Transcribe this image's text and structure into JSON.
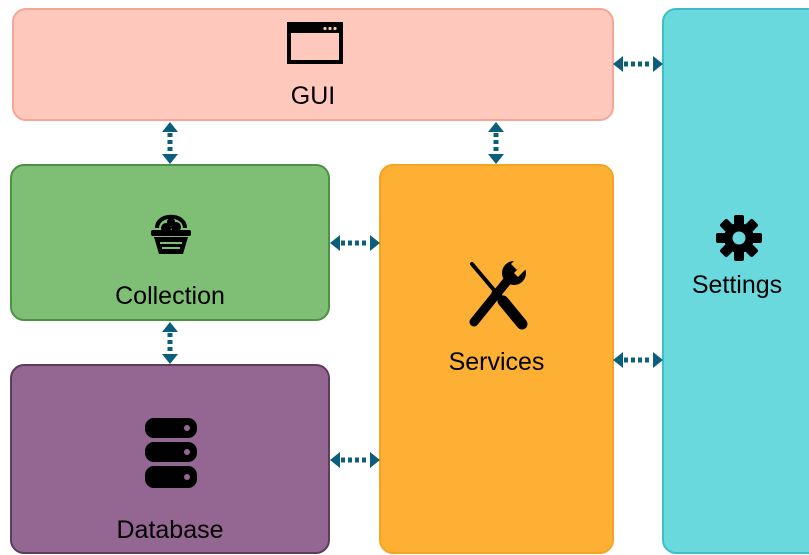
{
  "diagram": {
    "gui": {
      "label": "GUI",
      "icon": "browser-window-icon"
    },
    "collection": {
      "label": "Collection",
      "icon": "basket-icon"
    },
    "database": {
      "label": "Database",
      "icon": "database-icon"
    },
    "services": {
      "label": "Services",
      "icon": "tools-icon"
    },
    "settings": {
      "label": "Settings",
      "icon": "gear-icon"
    },
    "colors": {
      "gui": "#ffc8bd",
      "collection": "#7fbf75",
      "database": "#936792",
      "services": "#fdb034",
      "settings": "#69d9de",
      "connector": "#0c5f7a"
    },
    "connectors": [
      {
        "from": "GUI",
        "to": "Settings",
        "type": "bidirectional-dotted"
      },
      {
        "from": "GUI",
        "to": "Collection",
        "type": "bidirectional-dotted"
      },
      {
        "from": "GUI",
        "to": "Services",
        "type": "bidirectional-dotted"
      },
      {
        "from": "Collection",
        "to": "Services",
        "type": "bidirectional-dotted"
      },
      {
        "from": "Collection",
        "to": "Database",
        "type": "bidirectional-dotted"
      },
      {
        "from": "Database",
        "to": "Services",
        "type": "bidirectional-dotted"
      },
      {
        "from": "Services",
        "to": "Settings",
        "type": "bidirectional-dotted"
      }
    ]
  }
}
